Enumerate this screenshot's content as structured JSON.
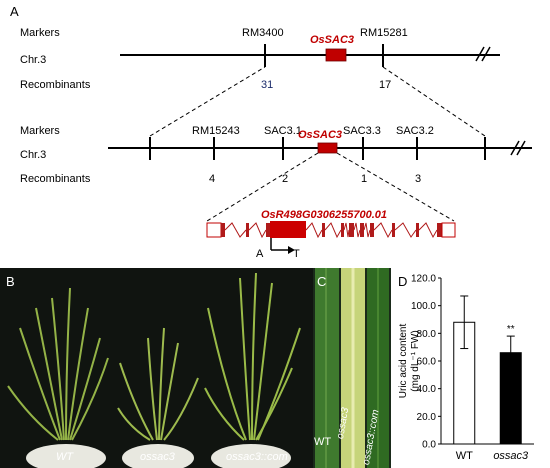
{
  "panel_a": {
    "letter": "A",
    "map1": {
      "markers_label": "Markers",
      "chr_label": "Chr.3",
      "recomb_label": "Recombinants",
      "markers": [
        "RM3400",
        "RM15281"
      ],
      "gene": "OsSAC3",
      "recombinants": [
        "31",
        "17"
      ]
    },
    "map2": {
      "markers_label": "Markers",
      "chr_label": "Chr.3",
      "recomb_label": "Recombinants",
      "markers": [
        "RM15243",
        "SAC3.1",
        "SAC3.3",
        "SAC3.2"
      ],
      "gene": "OsSAC3",
      "recombinants": [
        "4",
        "2",
        "1",
        "3"
      ]
    },
    "gene_model": {
      "gene_id": "OsR498G0306255700.01",
      "mutation_from": "A",
      "mutation_to": "T"
    }
  },
  "panel_b": {
    "letter": "B",
    "labels": [
      "WT",
      "ossac3",
      "ossac3::com"
    ]
  },
  "panel_c": {
    "letter": "C",
    "labels": [
      "WT",
      "ossac3",
      "ossac3::com"
    ]
  },
  "panel_d": {
    "letter": "D",
    "significance": "**",
    "colors": {
      "wt": "#ffffff",
      "mutant": "#000000"
    }
  },
  "chart_data": {
    "type": "bar",
    "categories": [
      "WT",
      "ossac3"
    ],
    "values": [
      88.0,
      66.0
    ],
    "errors": [
      19.0,
      12.0
    ],
    "ylabel_line1": "Uric acid content",
    "ylabel_line2": "(mg dL⁻¹ FW)",
    "ylim": [
      0,
      120
    ],
    "yticks": [
      "0.0",
      "20.0",
      "40.0",
      "60.0",
      "80.0",
      "100.0",
      "120.0"
    ]
  }
}
